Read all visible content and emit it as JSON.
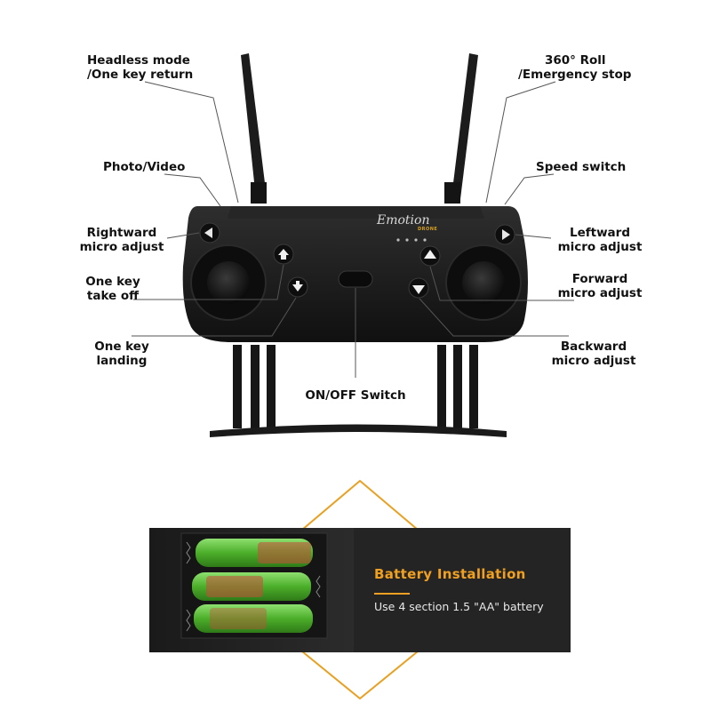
{
  "labels": {
    "headless": [
      "Headless mode",
      "/One key return"
    ],
    "roll": [
      "360° Roll",
      "/Emergency stop"
    ],
    "photo_video": [
      "Photo/Video"
    ],
    "speed_switch": [
      "Speed switch"
    ],
    "rightward": [
      "Rightward",
      "micro adjust"
    ],
    "leftward": [
      "Leftward",
      "micro adjust"
    ],
    "takeoff": [
      "One key",
      "take off"
    ],
    "forward": [
      "Forward",
      "micro adjust"
    ],
    "landing": [
      "One key",
      "landing"
    ],
    "backward": [
      "Backward",
      "micro adjust"
    ],
    "onoff": [
      "ON/OFF Switch"
    ]
  },
  "brand": {
    "name": "Emotion",
    "sub": "DRONE"
  },
  "battery": {
    "title": "Battery Installation",
    "description": "Use 4 section 1.5 \"AA\" battery"
  },
  "colors": {
    "accent": "#f0a020",
    "controller": "#1a1a1a",
    "battery_green": "#5cc03a",
    "battery_panel": "#2a2a2a"
  },
  "icons": [
    "home-arrow-icon",
    "rotate-down-icon",
    "up-arrow-icon",
    "down-arrow-icon",
    "left-arrow-icon",
    "right-arrow-icon"
  ]
}
